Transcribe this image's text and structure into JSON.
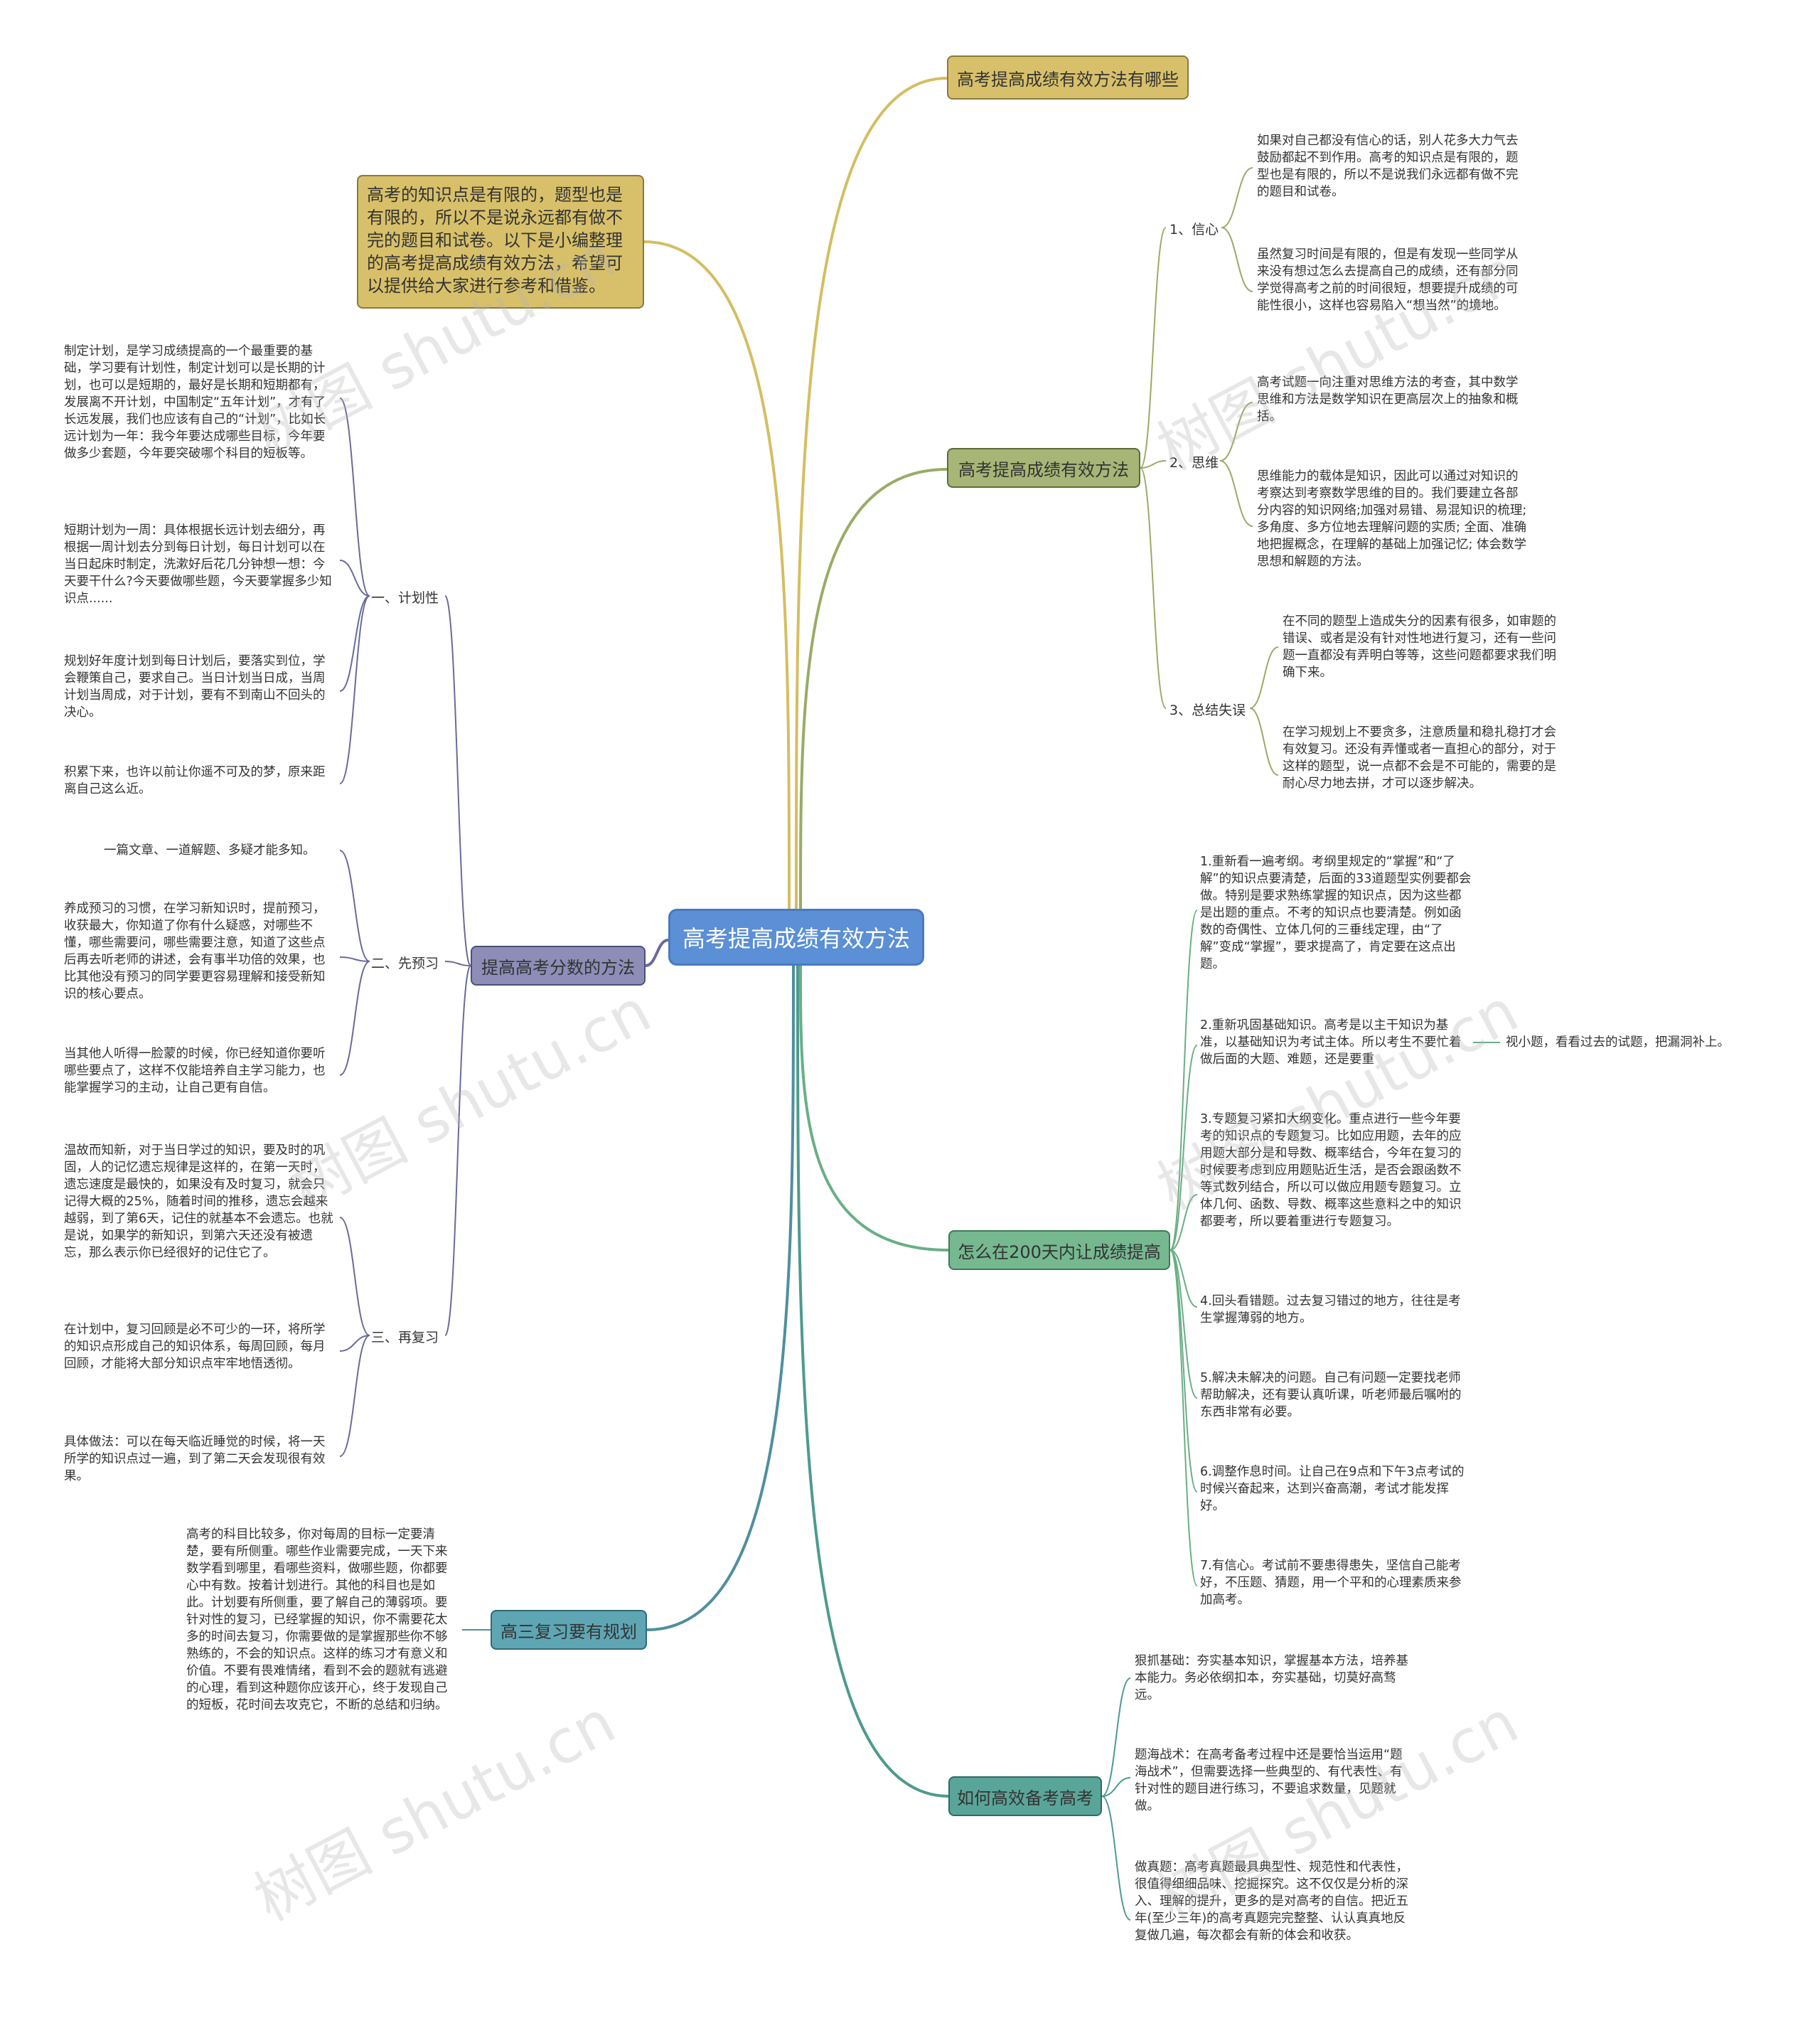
{
  "root": "高考提高成绩有效方法",
  "branches": {
    "top": "高考提高成绩有效方法有哪些",
    "intro": "高考的知识点是有限的，题型也是有限的，所以不是说永远都有做不完的题目和试卷。以下是小编整理的高考提高成绩有效方法，希望可以提供给大家进行参考和借鉴。",
    "method": {
      "label": "高考提高成绩有效方法",
      "subs": [
        {
          "label": "1、信心",
          "leaves": [
            "如果对自己都没有信心的话，别人花多大力气去鼓励都起不到作用。高考的知识点是有限的，题型也是有限的，所以不是说我们永远都有做不完的题目和试卷。",
            "虽然复习时间是有限的，但是有发现一些同学从来没有想过怎么去提高自己的成绩，还有部分同学觉得高考之前的时间很短，想要提升成绩的可能性很小，这样也容易陷入“想当然”的境地。"
          ]
        },
        {
          "label": "2、思维",
          "leaves": [
            "高考试题一向注重对思维方法的考查，其中数学思维和方法是数学知识在更高层次上的抽象和概括。",
            "思维能力的载体是知识，因此可以通过对知识的考察达到考察数学思维的目的。我们要建立各部分内容的知识网络;加强对易错、易混知识的梳理; 多角度、多方位地去理解问题的实质; 全面、准确地把握概念，在理解的基础上加强记忆; 体会数学思想和解题的方法。"
          ]
        },
        {
          "label": "3、总结失误",
          "leaves": [
            "在不同的题型上造成失分的因素有很多，如审题的错误、或者是没有针对性地进行复习，还有一些问题一直都没有弄明白等等，这些问题都要求我们明确下来。",
            "在学习规划上不要贪多，注意质量和稳扎稳打才会有效复习。还没有弄懂或者一直担心的部分，对于这样的题型，说一点都不会是不可能的，需要的是耐心尽力地去拼，才可以逐步解决。"
          ]
        }
      ]
    },
    "improve": {
      "label": "提高高考分数的方法",
      "subs": [
        {
          "label": "一、计划性",
          "leaves": [
            "制定计划，是学习成绩提高的一个最重要的基础，学习要有计划性，制定计划可以是长期的计划，也可以是短期的，最好是长期和短期都有，发展离不开计划，中国制定“五年计划”，才有了长远发展，我们也应该有自己的“计划”，比如长远计划为一年：我今年要达成哪些目标，今年要做多少套题，今年要突破哪个科目的短板等。",
            "短期计划为一周：具体根据长远计划去细分，再根据一周计划去分到每日计划，每日计划可以在当日起床时制定，洗漱好后花几分钟想一想：今天要干什么?今天要做哪些题，今天要掌握多少知识点......",
            "规划好年度计划到每日计划后，要落实到位，学会鞭策自己，要求自己。当日计划当日成，当周计划当周成，对于计划，要有不到南山不回头的决心。",
            "积累下来，也许以前让你遥不可及的梦，原来距离自己这么近。"
          ]
        },
        {
          "label": "二、先预习",
          "leaves": [
            "一篇文章、一道解题、多疑才能多知。",
            "养成预习的习惯，在学习新知识时，提前预习，收获最大，你知道了你有什么疑惑，对哪些不懂，哪些需要问，哪些需要注意，知道了这些点后再去听老师的讲述，会有事半功倍的效果，也比其他没有预习的同学要更容易理解和接受新知识的核心要点。",
            "当其他人听得一脸蒙的时候，你已经知道你要听哪些要点了，这样不仅能培养自主学习能力，也能掌握学习的主动，让自己更有自信。"
          ]
        },
        {
          "label": "三、再复习",
          "leaves": [
            "温故而知新，对于当日学过的知识，要及时的巩固，人的记忆遗忘规律是这样的，在第一天时，遗忘速度是最快的，如果没有及时复习，就会只记得大概的25%，随着时间的推移，遗忘会越来越弱，到了第6天，记住的就基本不会遗忘。也就是说，如果学的新知识，到第六天还没有被遗忘，那么表示你已经很好的记住它了。",
            "在计划中，复习回顾是必不可少的一环，将所学的知识点形成自己的知识体系，每周回顾，每月回顾，才能将大部分知识点牢牢地悟透彻。",
            "具体做法：可以在每天临近睡觉的时候，将一天所学的知识点过一遍，到了第二天会发现很有效果。"
          ]
        }
      ]
    },
    "days200": {
      "label": "怎么在200天内让成绩提高",
      "leaves": [
        "1.重新看一遍考纲。考纲里规定的“掌握”和“了解”的知识点要清楚，后面的33道题型实例要都会做。特别是要求熟练掌握的知识点，因为这些都是出题的重点。不考的知识点也要清楚。例如函数的奇偶性、立体几何的三垂线定理，由“了解”变成“掌握”，要求提高了，肯定要在这点出题。",
        "2.重新巩固基础知识。高考是以主干知识为基准，以基础知识为考试主体。所以考生不要忙着做后面的大题、难题，还是要重",
        "3.专题复习紧扣大纲变化。重点进行一些今年要考的知识点的专题复习。比如应用题，去年的应用题大部分是和导数、概率结合，今年在复习的时候要考虑到应用题贴近生活，是否会跟函数不等式数列结合，所以可以做应用题专题复习。立体几何、函数、导数、概率这些意料之中的知识都要考，所以要着重进行专题复习。",
        "4.回头看错题。过去复习错过的地方，往往是考生掌握薄弱的地方。",
        "5.解决未解决的问题。自己有问题一定要找老师帮助解决，还有要认真听课，听老师最后嘱咐的东西非常有必要。",
        "6.调整作息时间。让自己在9点和下午3点考试的时候兴奋起来，达到兴奋高潮，考试才能发挥好。",
        "7.有信心。考试前不要患得患失，坚信自己能考好，不压题、猜题，用一个平和的心理素质来参加高考。"
      ],
      "extra": "视小题，看看过去的试题，把漏洞补上。"
    },
    "plan": {
      "label": "高三复习要有规划",
      "leaf": "高考的科目比较多，你对每周的目标一定要清楚，要有所侧重。哪些作业需要完成，一天下来数学看到哪里，看哪些资料，做哪些题，你都要心中有数。按着计划进行。其他的科目也是如此。计划要有所侧重，要了解自己的薄弱项。要针对性的复习，已经掌握的知识，你不需要花太多的时间去复习，你需要做的是掌握那些你不够熟练的，不会的知识点。这样的练习才有意义和价值。不要有畏难情绪，看到不会的题就有逃避的心理，看到这种题你应该开心，终于发现自己的短板，花时间去攻克它，不断的总结和归纳。"
    },
    "efficient": {
      "label": "如何高效备考高考",
      "leaves": [
        "狠抓基础：夯实基本知识，掌握基本方法，培养基本能力。务必依纲扣本，夯实基础，切莫好高骛远。",
        "题海战术：在高考备考过程中还是要恰当运用“题海战术”，但需要选择一些典型的、有代表性、有针对性的题目进行练习，不要追求数量，见题就做。",
        "做真题：高考真题最具典型性、规范性和代表性，很值得细细品味、挖掘探究。这不仅仅是分析的深入、理解的提升，更多的是对高考的自信。把近五年(至少三年)的高考真题完完整整、认认真真地反复做几遍，每次都会有新的体会和收获。"
      ]
    }
  },
  "watermark": "树图 shutu.cn",
  "colors": {
    "root": "#5b8fd6",
    "top": "#d8c06a",
    "method": "#a7b576",
    "improve": "#8d8db8",
    "days200": "#76b890",
    "plan": "#5fa6b5",
    "efficient": "#5aa59a",
    "line_gold": "#d4be62",
    "line_olive": "#9aab66",
    "line_purple": "#6a6a9a",
    "line_green": "#6aae86",
    "line_teal": "#4f8f9e",
    "line_teal2": "#4e9a8e"
  }
}
